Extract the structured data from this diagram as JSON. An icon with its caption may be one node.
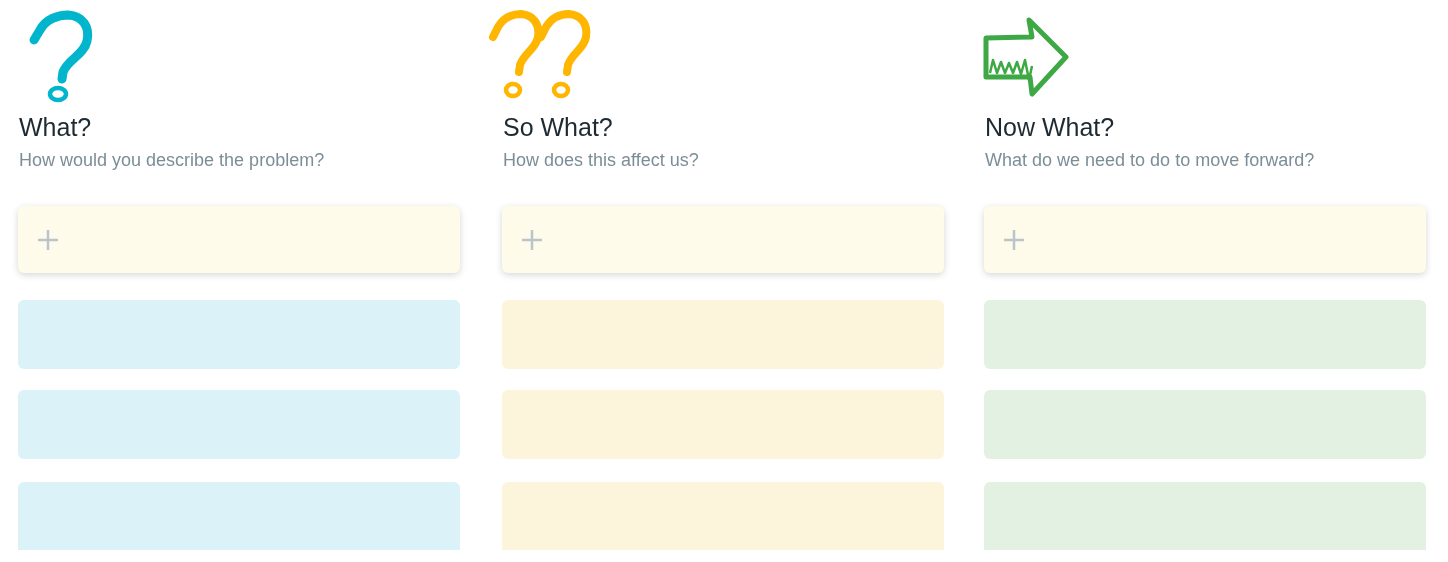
{
  "diagram": {
    "nodes": [
      {
        "text": [],
        "shape": "box"
      },
      {
        "text": [],
        "shape": "box"
      },
      {
        "text": [],
        "shape": "box"
      },
      {
        "text": [],
        "shape": "box"
      },
      {
        "text": [],
        "shape": "box"
      },
      {
        "text": [],
        "shape": "box"
      },
      {
        "text": [],
        "shape": "box"
      },
      {
        "text": [],
        "shape": "box"
      },
      {
        "text": [],
        "shape": "box"
      },
      {
        "text": [],
        "shape": "box"
      },
      {
        "text": [],
        "shape": "box"
      },
      {
        "text": [],
        "shape": "box"
      }
    ],
    "labels": [
      "What?",
      "How would you describe the problem?",
      "So What?",
      "How does this affect us?",
      "Now What?",
      "What do we need to do to move forward?"
    ]
  }
}
